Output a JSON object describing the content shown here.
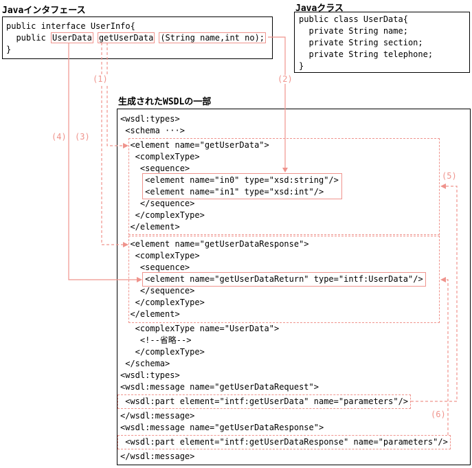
{
  "colors": {
    "accent": "#ef938c",
    "box_border": "#000000",
    "background": "#ffffff"
  },
  "java_interface": {
    "title": "Javaインタフェース",
    "line_open": "public interface UserInfo{",
    "line_method_prefix": "  public ",
    "return_type": "UserData",
    "method_name": "getUserData",
    "params": "(String name,int no);",
    "line_close": "}"
  },
  "java_class": {
    "title": "Javaクラス",
    "lines": [
      "public class UserData{",
      "  private String name;",
      "  private String section;",
      "  private String telephone;",
      "}"
    ]
  },
  "wsdl": {
    "title": "生成されたWSDLの一部",
    "lines": [
      "<wsdl:types>",
      " <schema ···>",
      "  <element name=\"getUserData\">",
      "   <complexType>",
      "    <sequence>",
      "     <element name=\"in0\" type=\"xsd:string\"/>",
      "     <element name=\"in1\" type=\"xsd:int\"/>",
      "    </sequence>",
      "   </complexType>",
      "  </element>",
      "  <element name=\"getUserDataResponse\">",
      "   <complexType>",
      "    <sequence>",
      "     <element name=\"getUserDataReturn\" type=\"intf:UserData\"/>",
      "    </sequence>",
      "   </complexType>",
      "  </element>",
      "   <complexType name=\"UserData\">",
      "    <!--省略-->",
      "   </complexType>",
      " </schema>",
      "<wsdl:types>",
      "<wsdl:message name=\"getUserDataRequest\">",
      " <wsdl:part element=\"intf:getUserData\" name=\"parameters\"/>",
      "</wsdl:message>",
      "<wsdl:message name=\"getUserDataResponse\">",
      " <wsdl:part element=\"intf:getUserDataResponse\" name=\"parameters\"/>",
      "</wsdl:message>"
    ]
  },
  "annotations": {
    "a1": "(1)",
    "a2": "(2)",
    "a3": "(3)",
    "a4": "(4)",
    "a5": "(5)",
    "a6": "(6)"
  }
}
